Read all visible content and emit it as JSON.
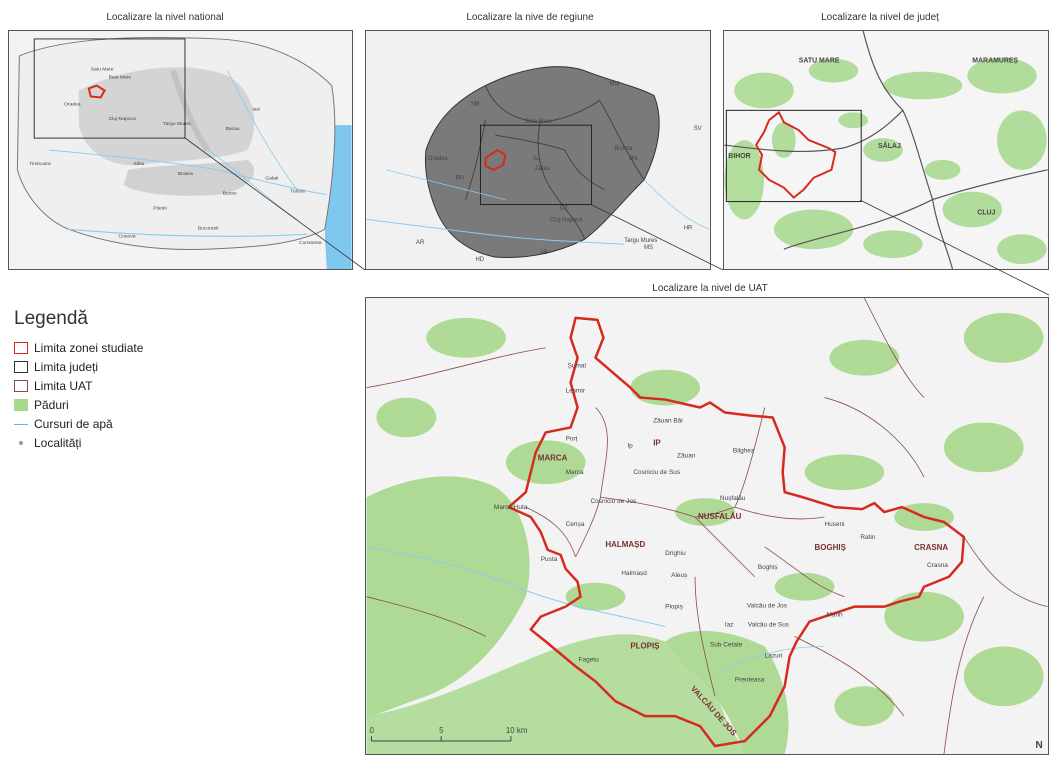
{
  "panels": {
    "national": {
      "title": "Localizare la nivel national",
      "labels": [
        "Satu Mare",
        "Baia Mare",
        "Oradea",
        "Cluj-Napoca",
        "Targu Mures",
        "Iasi",
        "Bacau",
        "Galati",
        "Tulcea",
        "Timisoara",
        "Sibiu",
        "Brasov",
        "Buzau",
        "Pitesti",
        "Bucuresti",
        "Craiova",
        "Constanta"
      ]
    },
    "region": {
      "title": "Localizare la nive de regiune",
      "labels": [
        "SM",
        "MM",
        "BH",
        "SJ",
        "BN",
        "CJ",
        "MS",
        "AR",
        "HD",
        "AB",
        "SV",
        "HR",
        "Baia Mare",
        "Oradea",
        "Zalau",
        "Bistrita",
        "Cluj-Napoca",
        "Targu Mures"
      ]
    },
    "county": {
      "title": "Localizare la nivel de județ",
      "labels": [
        "SATU MARE",
        "MARAMUREȘ",
        "SĂLAJ",
        "BIHOR",
        "CLUJ"
      ]
    },
    "uat": {
      "title": "Localizare la nivel de UAT",
      "uat_labels": [
        "IP",
        "MARCA",
        "NUSFALĂU",
        "HALMAȘD",
        "BOGHIȘ",
        "CRASNA",
        "PLOPIȘ",
        "VALCĂU DE JOS"
      ],
      "localities": [
        "Șumal",
        "Leșmir",
        "Zăuan Băi",
        "Ip",
        "Zăuan",
        "Bilghez",
        "Porț",
        "Marca",
        "Cosniciu de Sus",
        "Cosniciu de Jos",
        "Nușfalău",
        "Marca Huta",
        "Cerișa",
        "Huseni",
        "Ratin",
        "Crasna",
        "Drighiu",
        "Halmașd",
        "Boghiș",
        "Aleuș",
        "Pusta",
        "Plopiș",
        "Valcău de Jos",
        "Iaz",
        "Valcău de Sus",
        "Sub Cetate",
        "Marin",
        "Lazuri",
        "Fagetu",
        "Preoteasa"
      ],
      "scale_labels": [
        "0",
        "5",
        "10 km"
      ],
      "north": "N"
    }
  },
  "legend": {
    "title": "Legendă",
    "items": [
      {
        "label": "Limita zonei studiate",
        "color": "#d62a1f"
      },
      {
        "label": "Limita județi",
        "color": "#333333"
      },
      {
        "label": "Limita UAT",
        "color": "#8a4a4a"
      },
      {
        "label": "Păduri",
        "color": "#a7d88c"
      },
      {
        "label": "Cursuri de apă",
        "color": "#6ab4e8"
      },
      {
        "label": "Localități",
        "color": "#999999"
      }
    ]
  },
  "colors": {
    "study_area": "#d62a1f",
    "forest": "#a7d88c",
    "water": "#7ec8f0",
    "region_fill": "#7a7a7a"
  }
}
